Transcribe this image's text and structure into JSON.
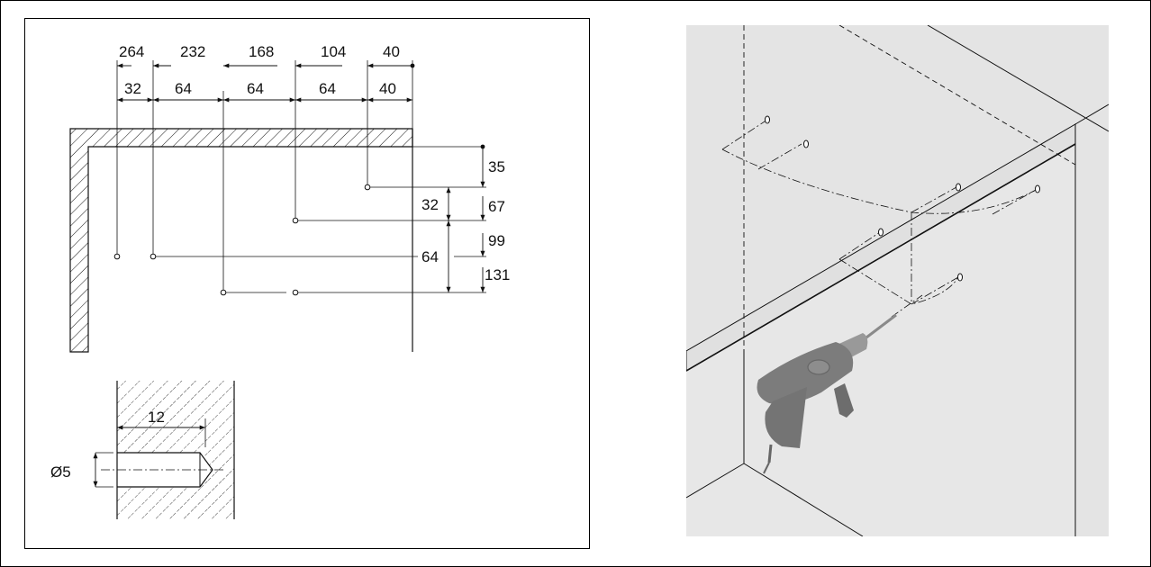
{
  "top_dims_cumulative": [
    "264",
    "232",
    "168",
    "104",
    "40"
  ],
  "top_dims_spacing": [
    "32",
    "64",
    "64",
    "64",
    "40"
  ],
  "right_dims_spacing": [
    "32",
    "64"
  ],
  "right_dims_cumulative": [
    "35",
    "67",
    "99",
    "131"
  ],
  "hole_detail": {
    "depth": "12",
    "diameter": "Ø5"
  }
}
